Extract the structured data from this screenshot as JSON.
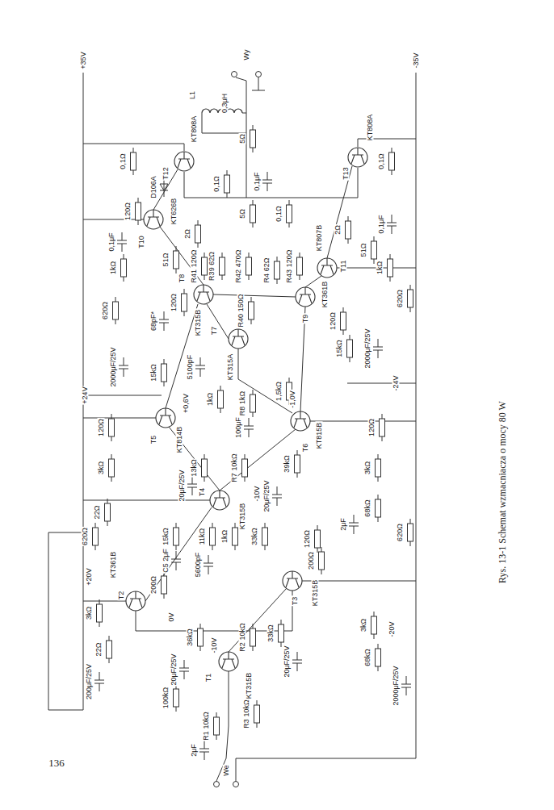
{
  "diagram": {
    "caption": "Rys. 13-1 Schemat wzmacniacza o mocy 80 W",
    "labels": [
      "+35V",
      "-35V",
      "Wy",
      "L1",
      "0,3μH",
      "5Ω",
      "0,1Ω",
      "KT808A",
      "T12",
      "0,1Ω",
      "0,1μF",
      "0,1Ω",
      "KT808A",
      "T13",
      "0,1Ω",
      "D106A",
      "120Ω",
      "KT626B",
      "T10",
      "2Ω",
      "51Ω",
      "0,1μF",
      "1kΩ",
      "R41 120Ω",
      "R39 62Ω",
      "5Ω",
      "R42 470Ω",
      "R40 150Ω",
      "R4 62Ω",
      "R43 120Ω",
      "2Ω",
      "51Ω",
      "0,1μF",
      "1kΩ",
      "KT807B",
      "T11",
      "T8",
      "KT315B",
      "T9",
      "KT361B",
      "120Ω",
      "120Ω",
      "620Ω",
      "620Ω",
      "68pF*",
      "2000μF/25V",
      "15kΩ",
      "KT315A",
      "T7",
      "5100pF",
      "15kΩ",
      "2000μF/25V",
      "+24V",
      "-24V",
      "1kΩ",
      "R8 1kΩ",
      "1,5kΩ",
      "+0,6V",
      "-1,0V",
      "100μF",
      "120Ω",
      "120Ω",
      "T5",
      "KT814B",
      "T6",
      "KT815B",
      "3kΩ",
      "13kΩ",
      "R7 10kΩ",
      "39kΩ",
      "3kΩ",
      "20μF/25V",
      "20μF/25V",
      "22Ω",
      "68kΩ",
      "T4",
      "KT315B",
      "-10V",
      "620Ω",
      "15kΩ",
      "11kΩ",
      "1kΩ",
      "33kΩ",
      "120Ω",
      "2μF",
      "620Ω",
      "C5 2μF",
      "5600pF",
      "+20V",
      "200Ω",
      "T2",
      "KT361B",
      "0V",
      "3kΩ",
      "22Ω",
      "200μF/25V",
      "36kΩ",
      "R2 10kΩ",
      "33kΩ",
      "20μF/25V",
      "20μF/25V",
      "T3",
      "KT315B",
      "200Ω",
      "3kΩ",
      "-20V",
      "68kΩ",
      "2000μF/25V",
      "T1",
      "KT315B",
      "-10V",
      "100kΩ",
      "R1 10kΩ",
      "R3 10kΩ",
      "2μF",
      "We",
      "136"
    ]
  }
}
